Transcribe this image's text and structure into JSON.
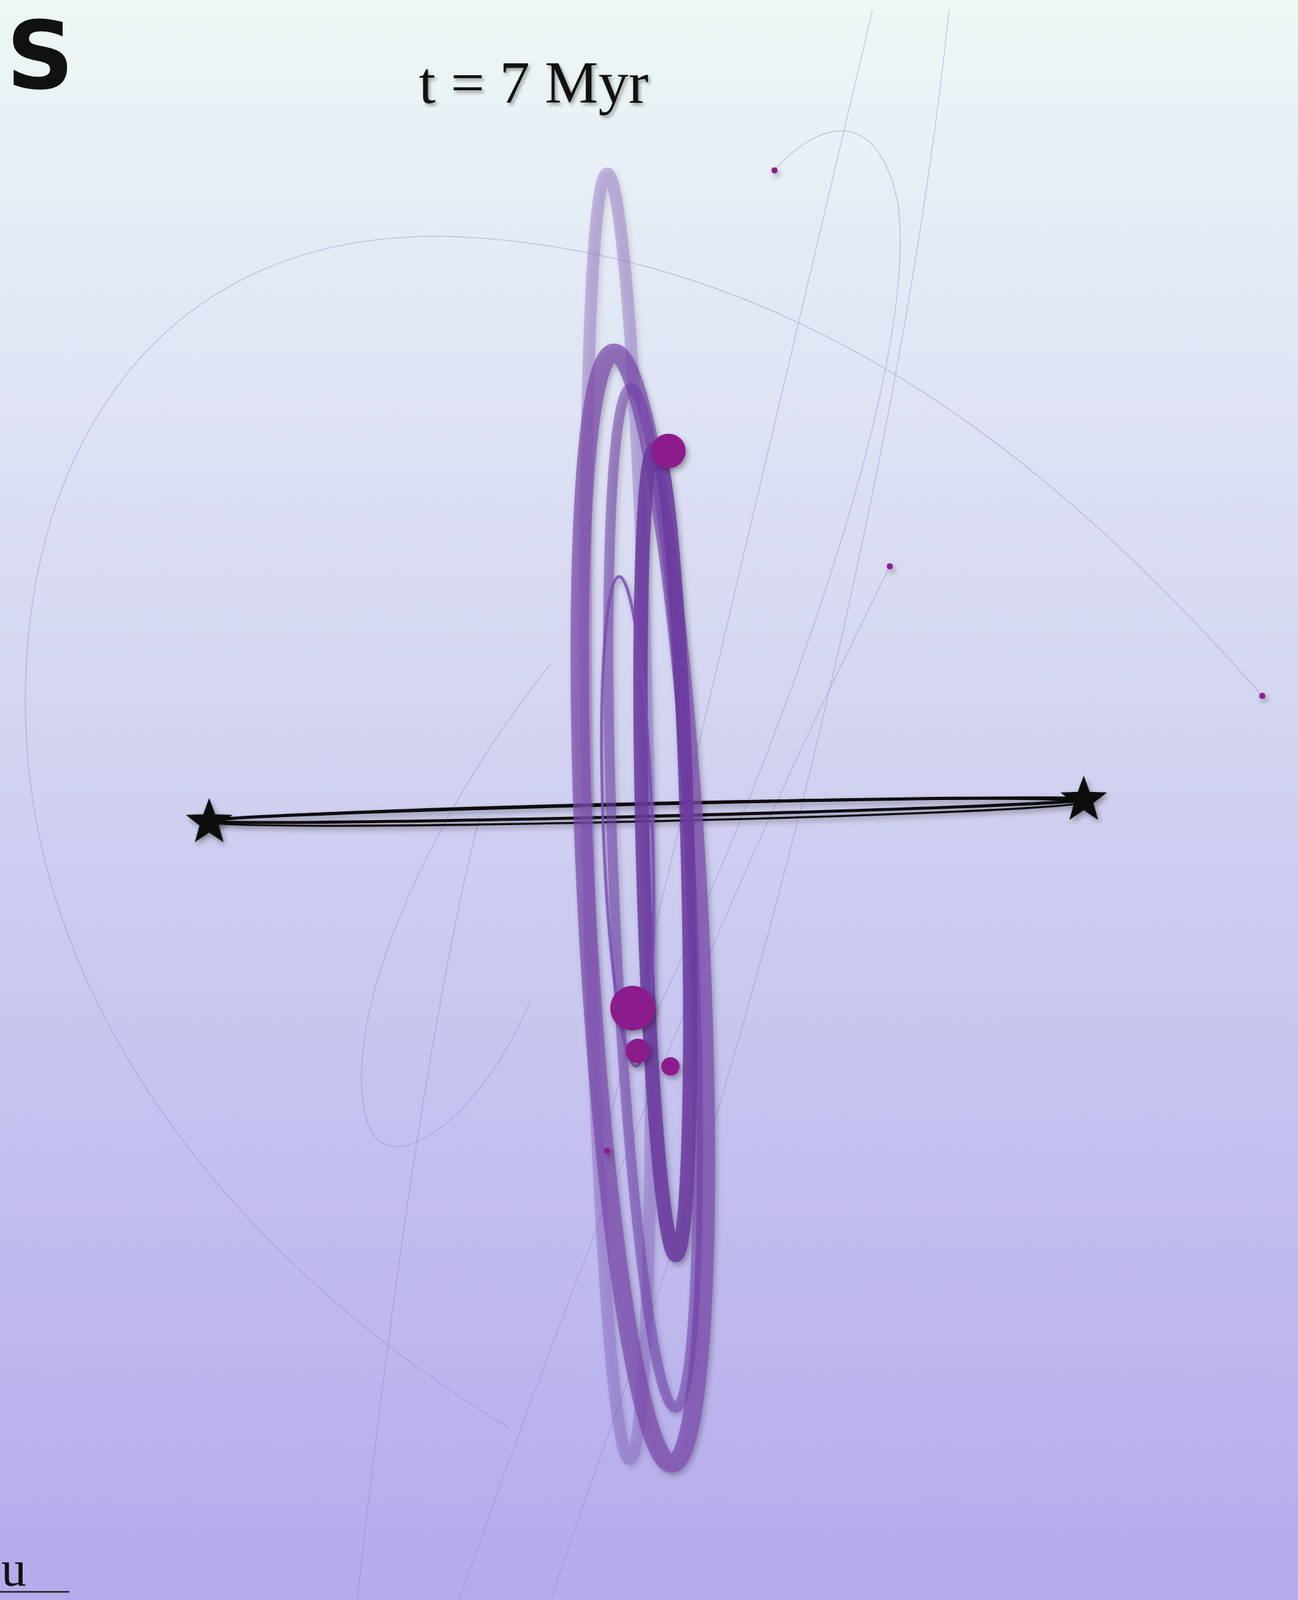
{
  "diagram": {
    "labels": [
      "S",
      "t = 7 Myr",
      "u"
    ]
  }
}
